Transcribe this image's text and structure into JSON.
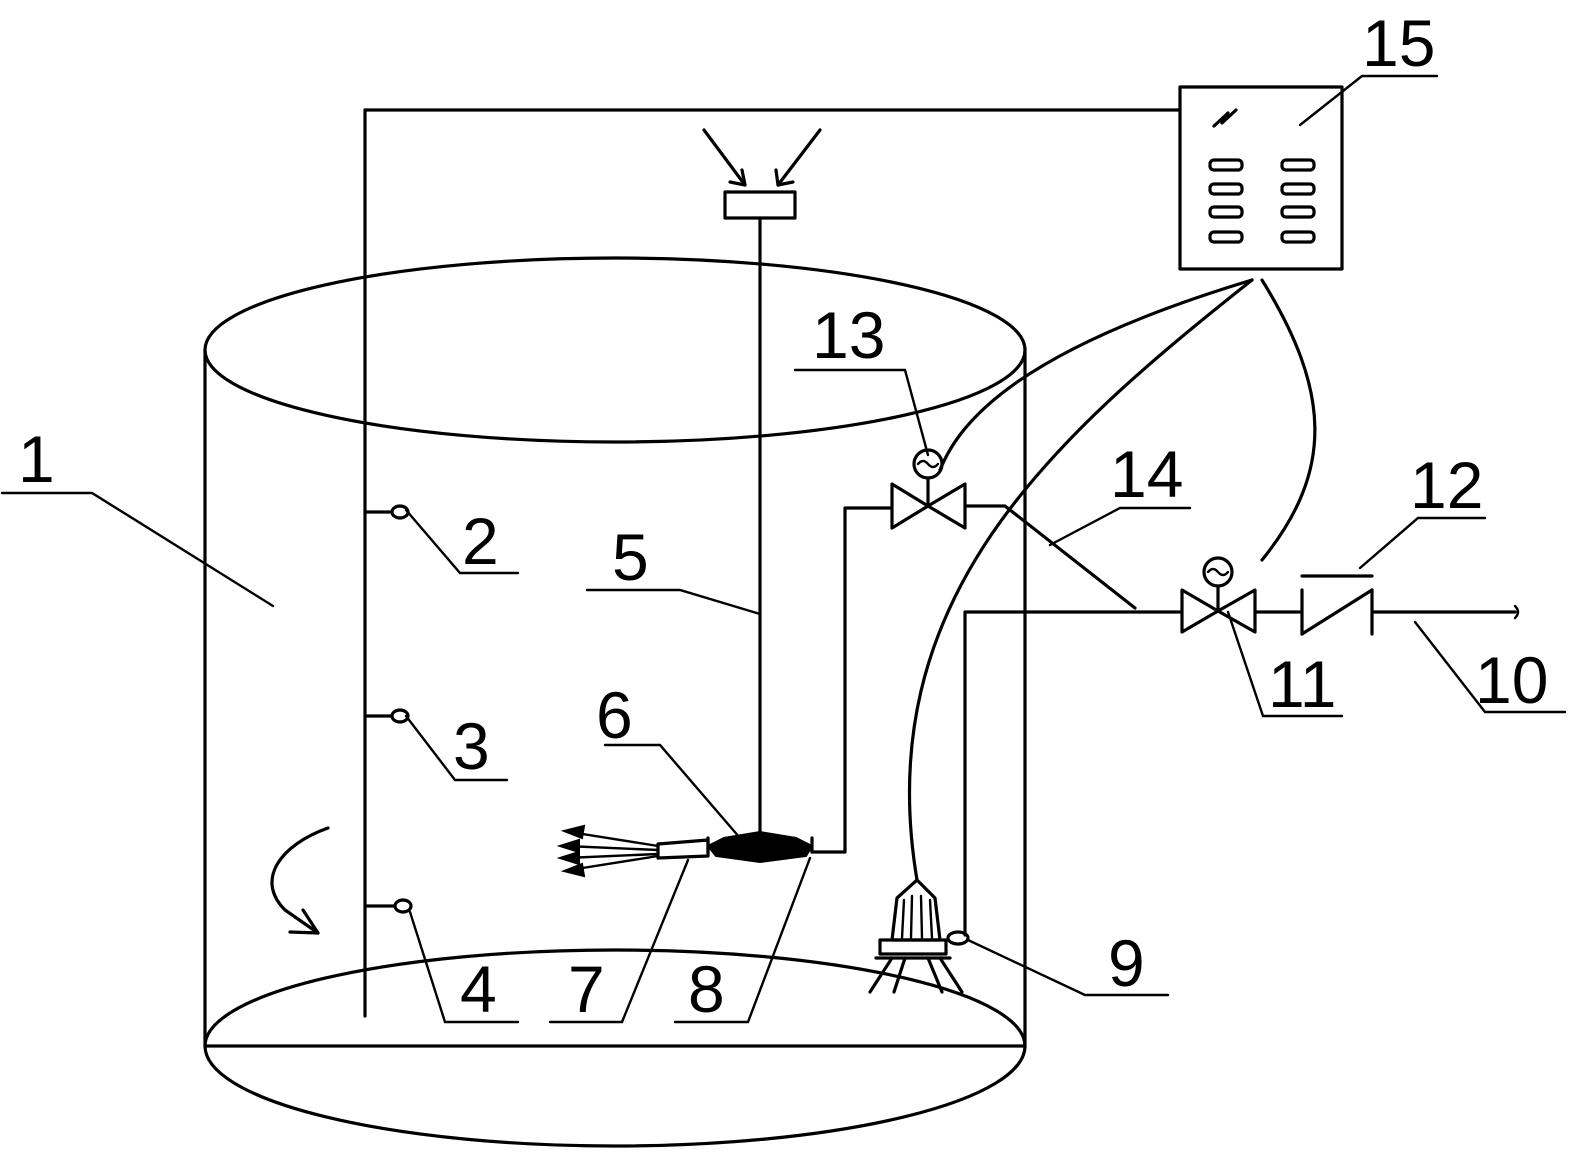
{
  "figure": {
    "labels": {
      "tank": "1",
      "sensor_upper": "2",
      "sensor_middle": "3",
      "sensor_lower": "4",
      "shaft": "5",
      "impeller": "6",
      "nozzle": "7",
      "jet_body": "8",
      "pump": "9",
      "inlet_pipe": "10",
      "valve_inlet": "11",
      "check_valve": "12",
      "valve_branch": "13",
      "branch_pipe": "14",
      "controller": "15"
    }
  },
  "colors": {
    "line": "#000000",
    "background": "#ffffff"
  }
}
